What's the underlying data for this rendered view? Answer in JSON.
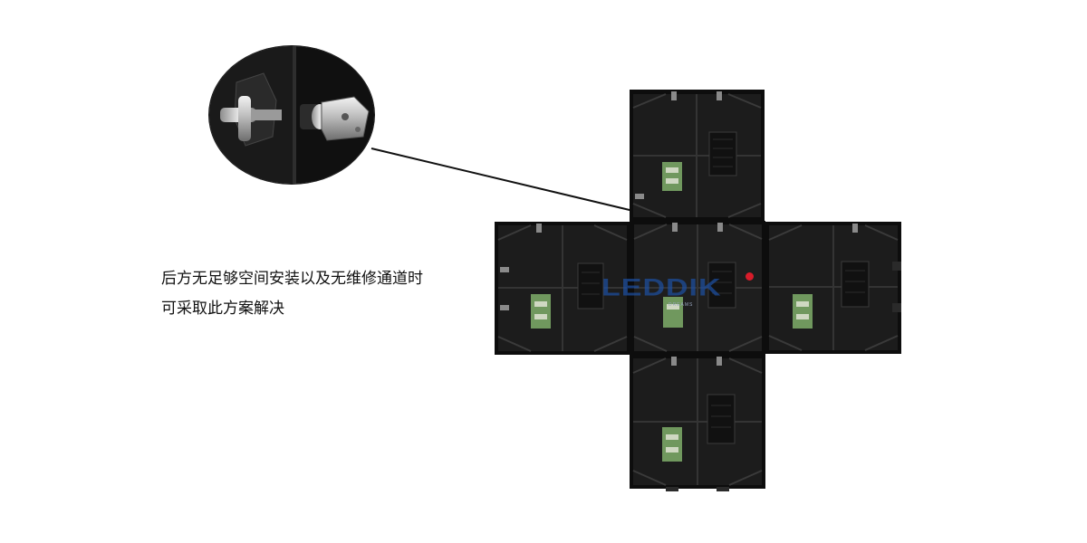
{
  "caption": {
    "line1": "后方无足够空间安装以及无维修通道时",
    "line2": "可采取此方案解决"
  },
  "watermark": {
    "brand": "LEDDIK",
    "subtext": "DREAMS",
    "brand_color": "#1d4fa0",
    "dot_color": "#d81c2a"
  },
  "colors": {
    "cabinet_body": "#1c1c1c",
    "cabinet_frame": "#0d0d0d",
    "cabinet_rib": "#3a3a3a",
    "pcb_green": "#7fae6a",
    "leader_line": "#111111"
  }
}
